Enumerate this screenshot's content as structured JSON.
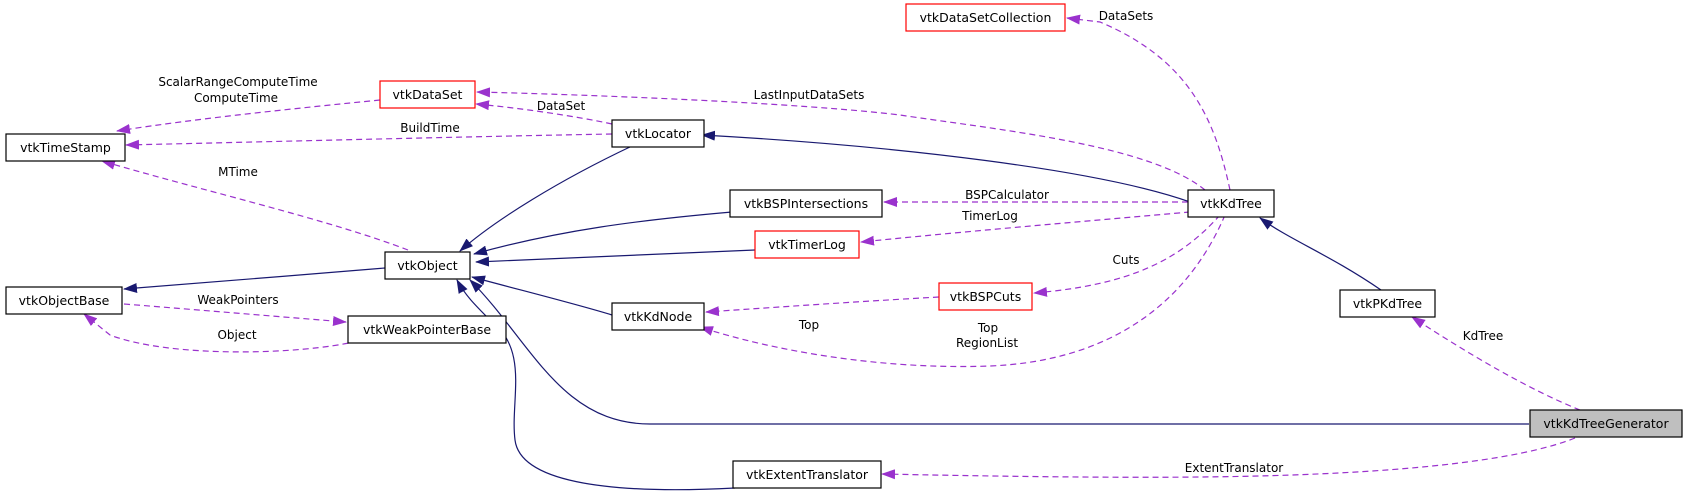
{
  "colors": {
    "inheritance_edge": "#191970",
    "usage_edge": "#9a32cd",
    "node_border": "#000000",
    "truncated_node_border": "#ff0000",
    "focus_node_fill": "#bfbfbf"
  },
  "nodes": {
    "vtkDataSetCollection": "vtkDataSetCollection",
    "vtkDataSet": "vtkDataSet",
    "vtkTimeStamp": "vtkTimeStamp",
    "vtkLocator": "vtkLocator",
    "vtkKdTree": "vtkKdTree",
    "vtkBSPIntersections": "vtkBSPIntersections",
    "vtkObject": "vtkObject",
    "vtkTimerLog": "vtkTimerLog",
    "vtkObjectBase": "vtkObjectBase",
    "vtkKdNode": "vtkKdNode",
    "vtkBSPCuts": "vtkBSPCuts",
    "vtkWeakPointerBase": "vtkWeakPointerBase",
    "vtkPKdTree": "vtkPKdTree",
    "vtkKdTreeGenerator": "vtkKdTreeGenerator",
    "vtkExtentTranslator": "vtkExtentTranslator"
  },
  "edge_labels": {
    "datasets": "DataSets",
    "scalar_range_compute_time": "ScalarRangeComputeTime",
    "compute_time": "ComputeTime",
    "last_input_datasets": "LastInputDataSets",
    "dataset": "DataSet",
    "build_time": "BuildTime",
    "mtime": "MTime",
    "bsp_calculator": "BSPCalculator",
    "timer_log": "TimerLog",
    "cuts": "Cuts",
    "weak_pointers": "WeakPointers",
    "top_kdnode": "Top",
    "object": "Object",
    "top_region": "Top",
    "region_list": "RegionList",
    "kdtree": "KdTree",
    "extent_translator": "ExtentTranslator"
  }
}
